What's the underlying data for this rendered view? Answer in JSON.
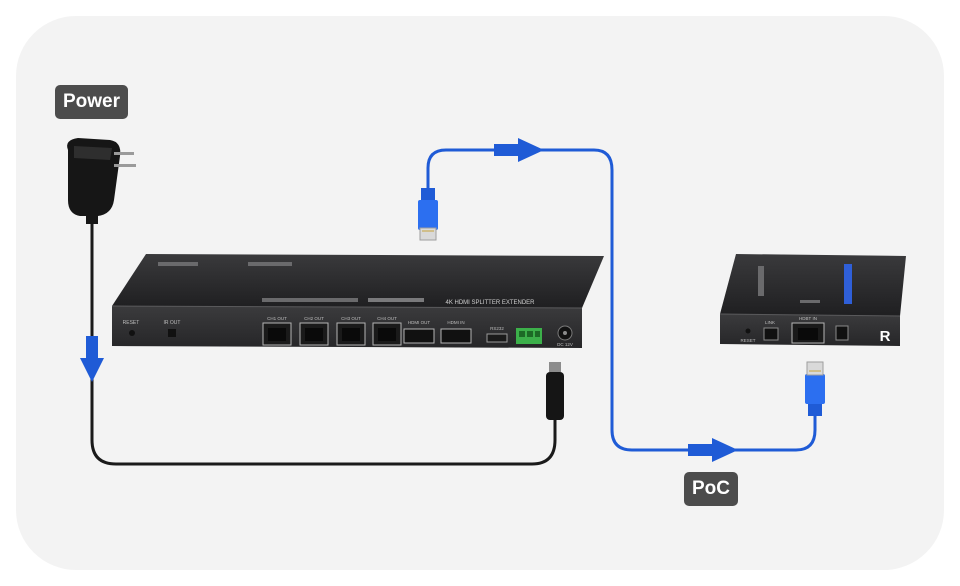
{
  "labels": {
    "power": "Power",
    "poc": "PoC"
  },
  "transmitter": {
    "model_text": "4K HDMI SPLITTER EXTENDER",
    "port_labels": [
      "CH1 OUT",
      "CH2 OUT",
      "CH3 OUT",
      "CH4 OUT",
      "HDMI OUT",
      "HDMI IN",
      "RS232",
      "DC 12V"
    ],
    "left_labels": [
      "RESET",
      "IR OUT"
    ]
  },
  "receiver": {
    "badge": "R",
    "port_label": "HDBT IN",
    "left_labels": [
      "RESET",
      "LINK"
    ]
  },
  "colors": {
    "cable_blue": "#1f5bd6",
    "power_cable": "#1a1a1a",
    "device_body": "#2c2c2e",
    "label_bg": "#4c4c4c"
  },
  "icons": [
    "power-adapter-icon",
    "rj45-connector-icon",
    "dc-plug-icon",
    "flow-arrow-icon"
  ]
}
